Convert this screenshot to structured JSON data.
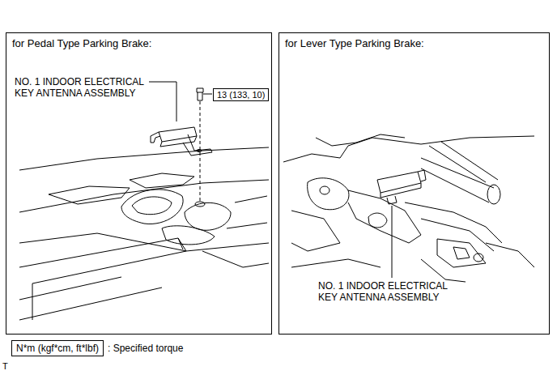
{
  "diagram": {
    "nodes": [
      {
        "text": [
          "for Pedal Type Parking Brake:"
        ]
      },
      {
        "text": [
          "13 (133, 10)"
        ],
        "in": 0
      },
      {
        "text": [
          "for Lever Type Parking Brake:"
        ]
      },
      {
        "text": [
          "N*m (kgf*cm, ft*lbf)",
          ": Specified torque"
        ]
      }
    ],
    "labels": [
      "NO. 1 INDOOR ELECTRICAL KEY ANTENNA ASSEMBLY",
      "NO. 1 INDOOR ELECTRICAL KEY ANTENNA ASSEMBLY",
      "T"
    ]
  }
}
